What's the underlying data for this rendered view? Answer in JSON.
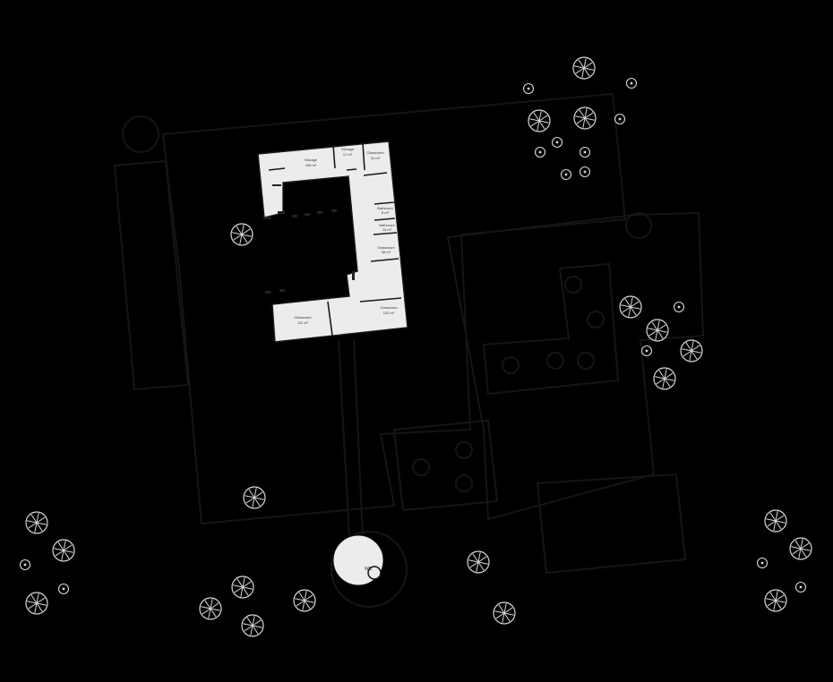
{
  "colors": {
    "background": "#000000",
    "fill_room": "#ececec",
    "stroke_dark": "#1a1a1a",
    "tree": "#d8d8d8"
  },
  "rooms": [
    {
      "name": "Storage",
      "area": "156 m²"
    },
    {
      "name": "Storage",
      "area": "17 m²"
    },
    {
      "name": "Classroom",
      "area": "31 m²"
    },
    {
      "name": "Bathroom",
      "area": "8 m²"
    },
    {
      "name": "Bathroom",
      "area": "10 m²"
    },
    {
      "name": "Classroom",
      "area": "38 m²"
    },
    {
      "name": "Classroom",
      "area": "111 m²"
    },
    {
      "name": "Classroom",
      "area": "132 m²"
    }
  ],
  "gazebo_label": "WC"
}
